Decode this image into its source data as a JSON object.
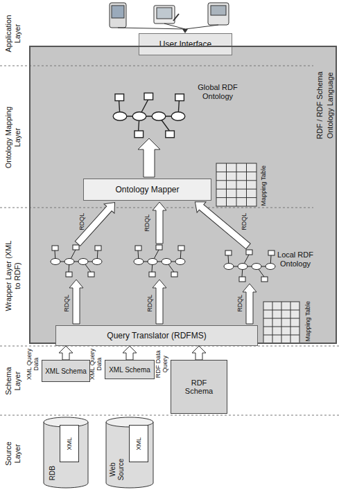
{
  "diagram": {
    "nodes": [
      {
        "text": [
          "User Interface"
        ]
      },
      {
        "text": [
          "RDF / RDF Schema",
          "Ontology Language"
        ]
      },
      {
        "text": [
          "Ontology Mapper"
        ],
        "in": 1
      },
      {
        "text": [
          "Query Translator (RDFMS)"
        ],
        "in": 1
      },
      {
        "text": [
          "XML Schema"
        ]
      },
      {
        "text": [
          "XML Schema"
        ]
      },
      {
        "text": [
          "RDF Schema"
        ]
      },
      {
        "text": [
          "RDB"
        ]
      },
      {
        "text": [
          "XML"
        ],
        "in": 7
      },
      {
        "text": [
          "Web Source"
        ]
      },
      {
        "text": [
          "XML"
        ],
        "in": 9
      }
    ],
    "edges": [
      {
        "from": 4,
        "to": 3,
        "arrow": "to",
        "label": "XML Query Data"
      },
      {
        "from": 5,
        "to": 3,
        "arrow": "to",
        "label": "XML Query Data"
      },
      {
        "from": 6,
        "to": 3,
        "arrow": "to",
        "label": "RDF Data Query"
      }
    ],
    "labels": [
      "Application Layer",
      "Ontology Mapping Layer",
      "Wrapper Layer (XML to RDF)",
      "Schema Layer",
      "Source Layer",
      "Global RDF Ontology",
      "Mapping Table",
      "RDQL",
      "RDQL",
      "RDQL",
      "Local RDF Ontology",
      "RDQL",
      "RDQL",
      "RDQL",
      "Mapping Table"
    ]
  }
}
